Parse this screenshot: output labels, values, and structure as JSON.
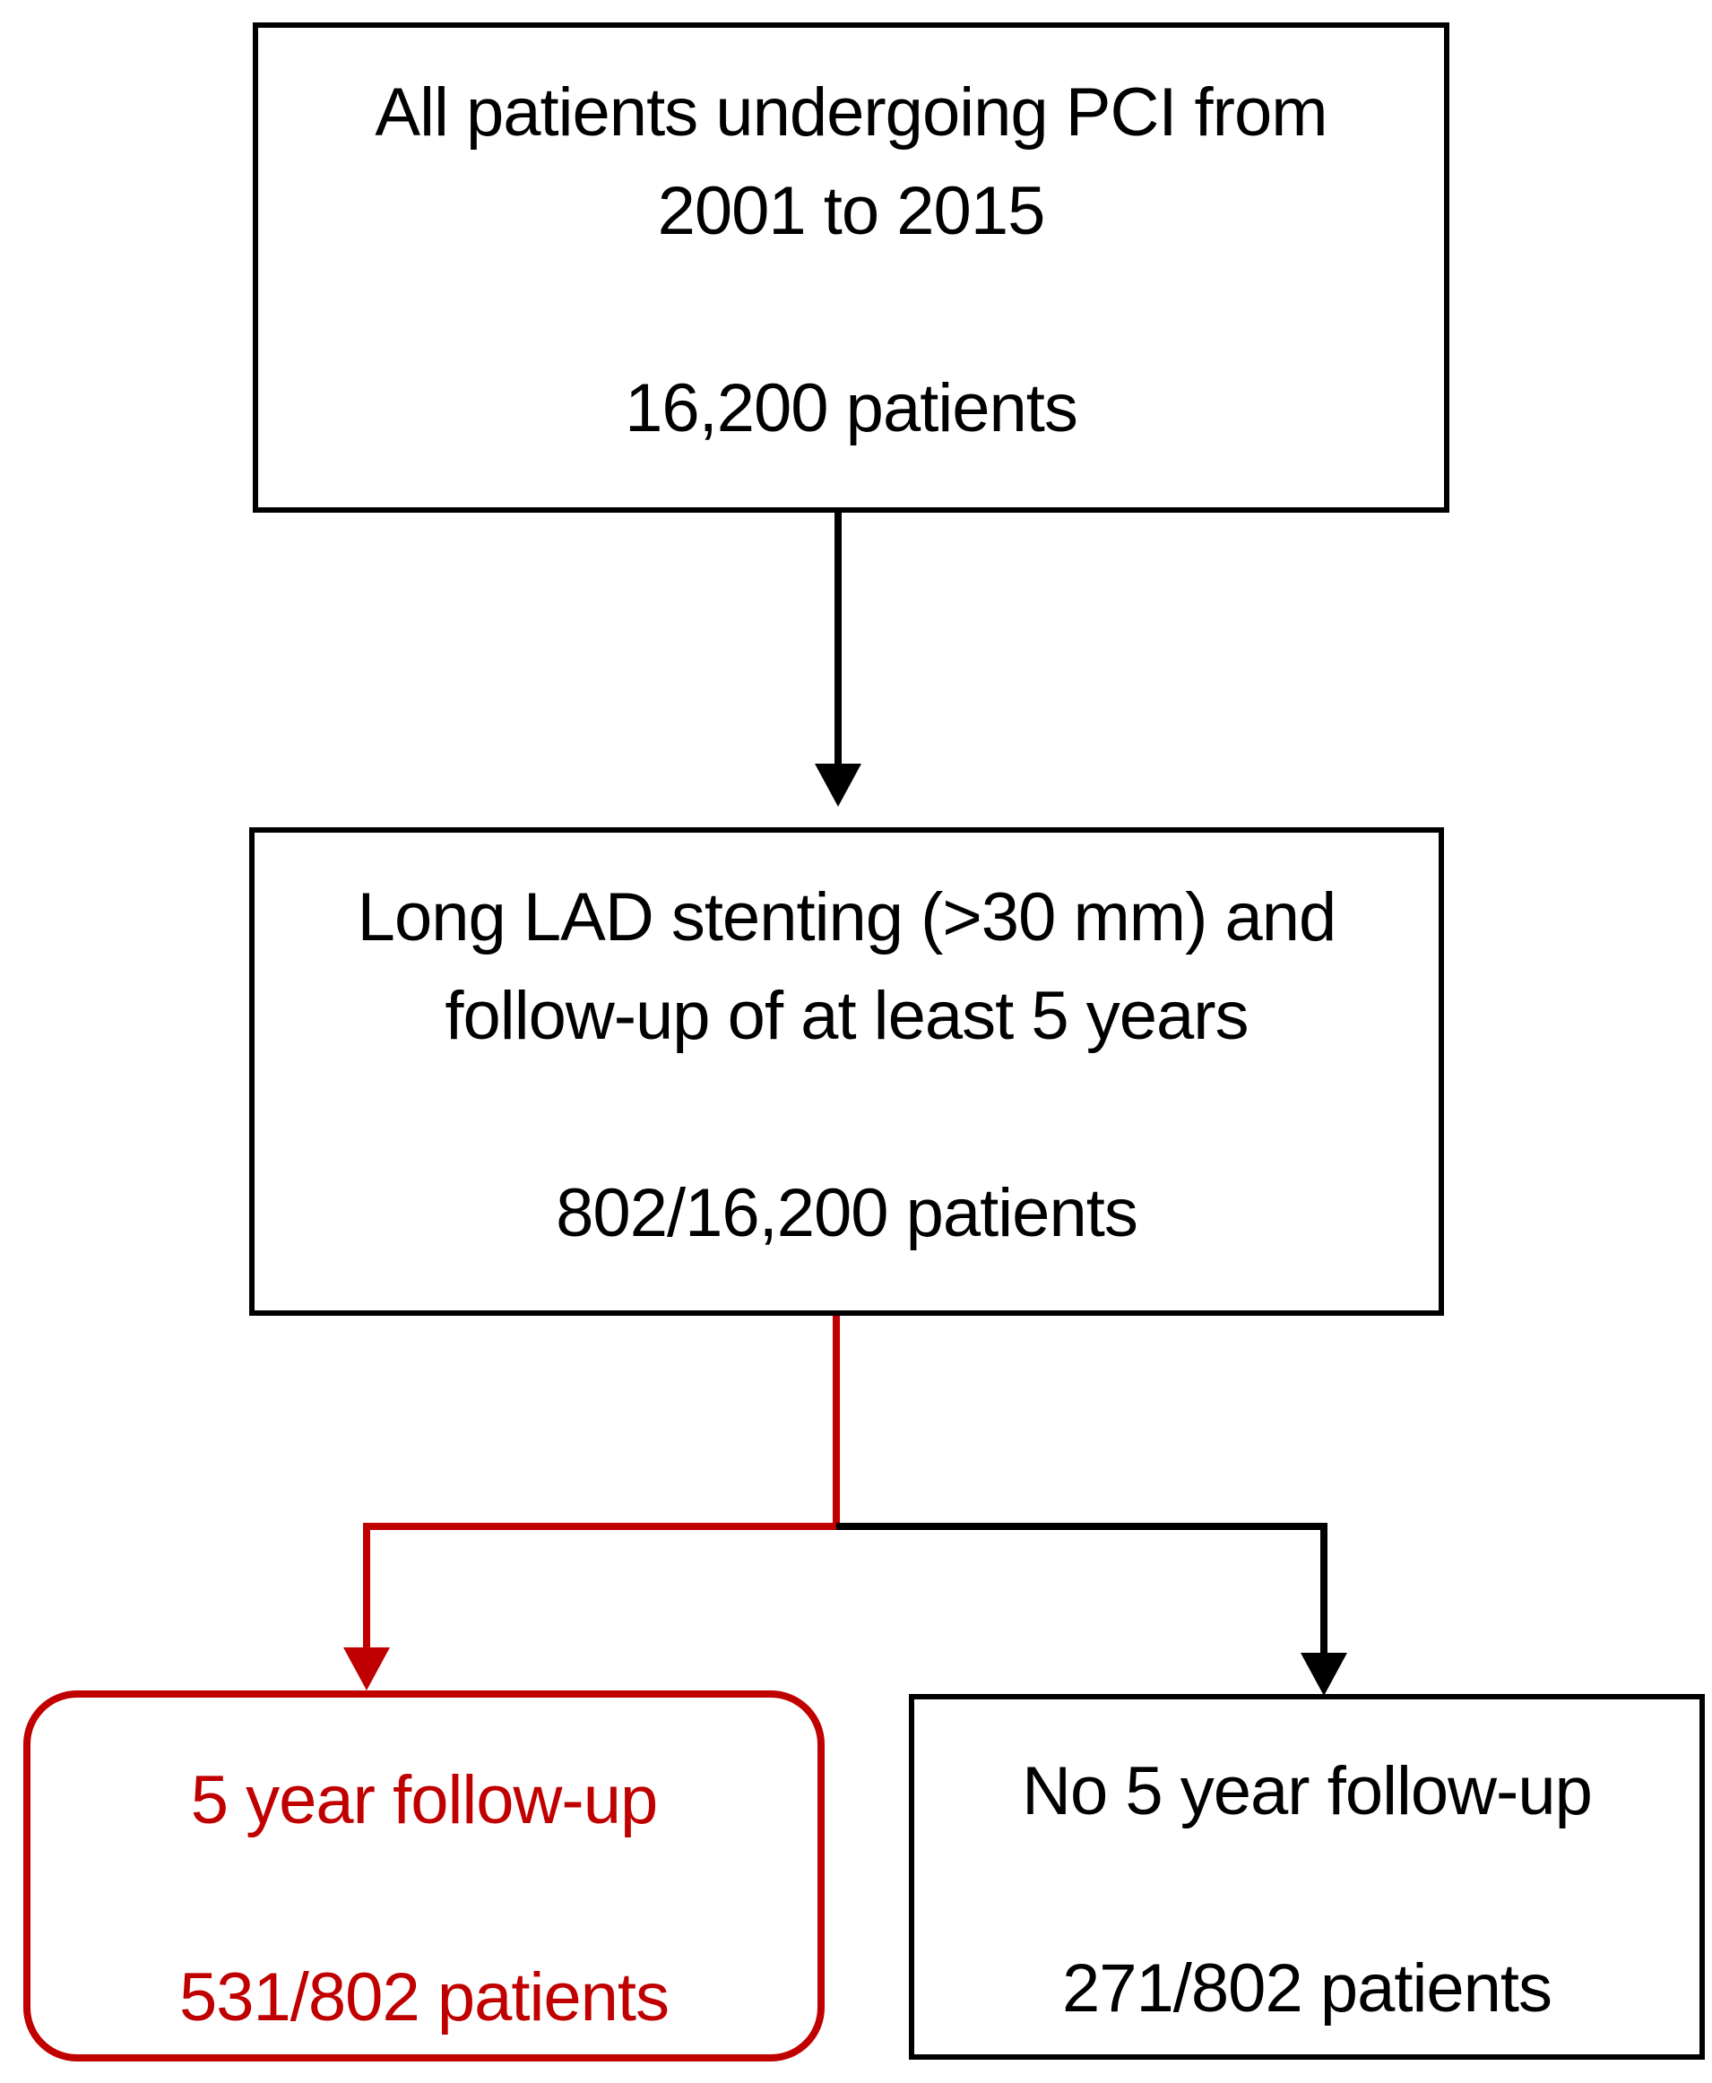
{
  "colors": {
    "red": "#C00000",
    "black": "#000000"
  },
  "boxes": {
    "all_patients": {
      "line1": "All patients undergoing PCI from",
      "line2": "2001 to 2015",
      "count": "16,200 patients"
    },
    "long_lad": {
      "line1": "Long LAD stenting (>30 mm) and",
      "line2": "follow-up of at least 5 years",
      "count": "802/16,200 patients"
    },
    "five_year": {
      "line1": "5 year follow-up",
      "count": "531/802 patients"
    },
    "no_five_year": {
      "line1": "No 5 year follow-up",
      "count": "271/802 patients"
    }
  }
}
